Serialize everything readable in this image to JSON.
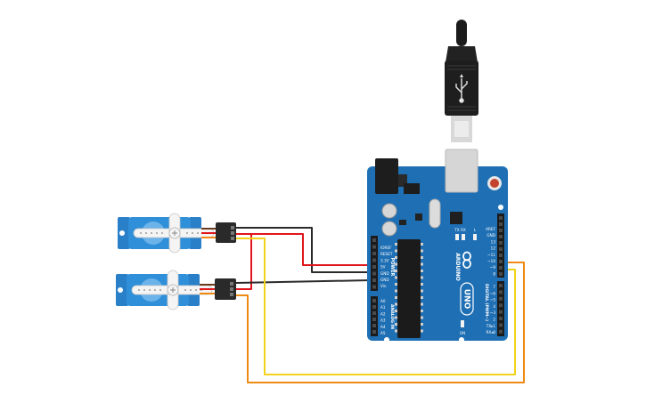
{
  "board": {
    "brand": "ARDUINO",
    "model": "UNO",
    "power_section": "POWER",
    "analog_section": "ANALOG IN",
    "digital_section": "DIGITAL (PWM~)",
    "led_tx": "TX",
    "led_rx": "RX",
    "led_l": "L",
    "led_on": "ON",
    "power_pins": [
      "IOREF",
      "RESET",
      "3.3V",
      "5V",
      "GND",
      "GND",
      "Vin"
    ],
    "analog_pins": [
      "A0",
      "A1",
      "A2",
      "A3",
      "A4",
      "A5"
    ],
    "digital_upper": [
      "AREF",
      "GND",
      "13",
      "12",
      "~11",
      "~10",
      "~9",
      "8"
    ],
    "digital_lower": [
      "7",
      "~6",
      "~5",
      "4",
      "~3",
      "2",
      "TX▸1",
      "RX◂0"
    ]
  },
  "components": {
    "servo_count": 2,
    "usb_cable": "USB"
  },
  "wire_colors": {
    "ground": "#2a2a2a",
    "power": "#e0161c",
    "signal_top": "#f2d21b",
    "signal_bottom": "#ef8a14"
  },
  "palette": {
    "board_blue": "#1f6fb4",
    "servo_blue": "#2f8fd8",
    "connector": "#2a2a2a"
  }
}
